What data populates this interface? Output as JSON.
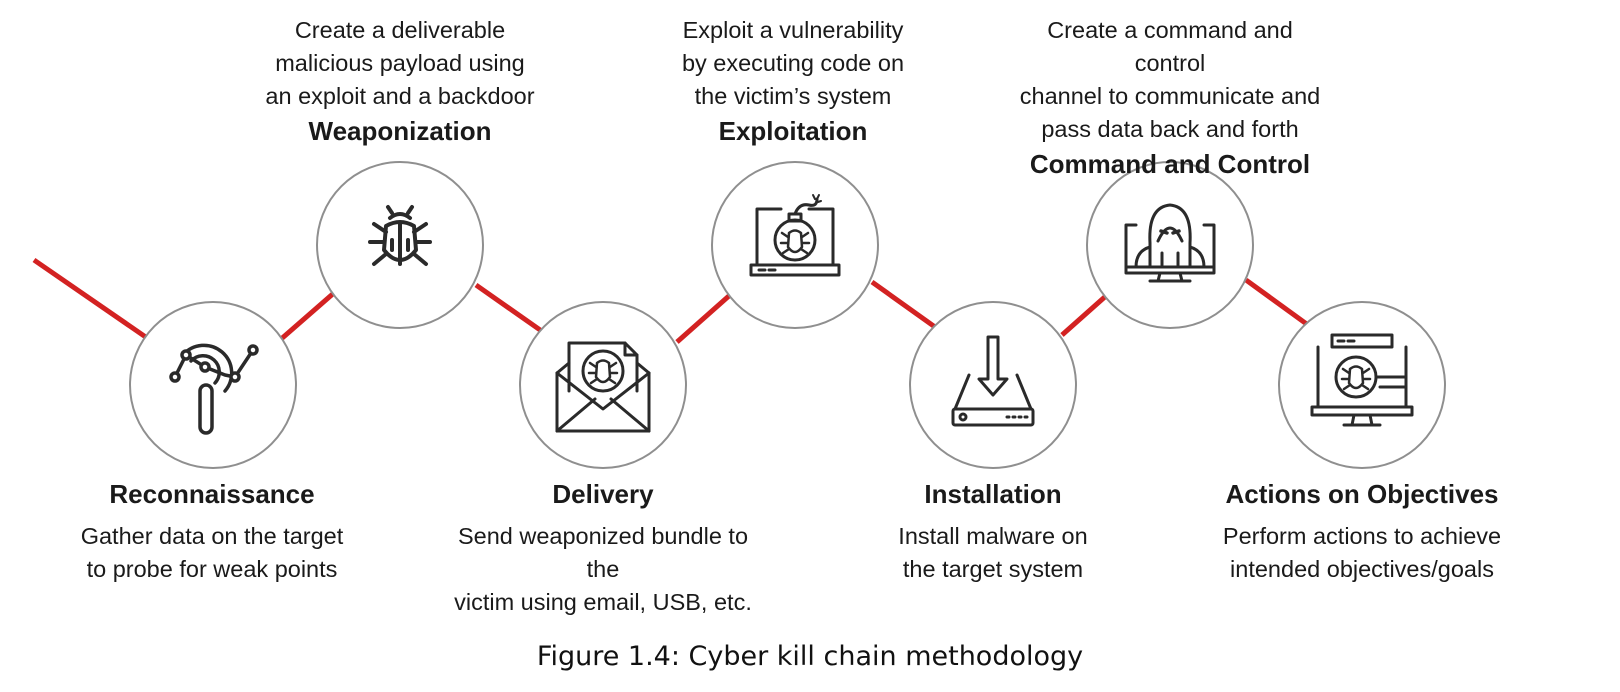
{
  "accent_color": "#d32222",
  "circle_stroke": "#8f8f8f",
  "icon_color": "#2a2a2a",
  "stages": [
    {
      "title": "Reconnaissance",
      "description": [
        "Gather data on the target",
        "to probe for weak points"
      ],
      "icon": "magnifier-network-icon"
    },
    {
      "title": "Weaponization",
      "description": [
        "Create a deliverable",
        "malicious payload using",
        "an exploit and a backdoor"
      ],
      "icon": "bug-icon"
    },
    {
      "title": "Delivery",
      "description": [
        "Send weaponized bundle to the",
        "victim using email, USB, etc."
      ],
      "icon": "envelope-bug-icon"
    },
    {
      "title": "Exploitation",
      "description": [
        "Exploit a vulnerability",
        "by executing code on",
        "the victim’s system"
      ],
      "icon": "laptop-bomb-bug-icon"
    },
    {
      "title": "Installation",
      "description": [
        "Install malware on",
        "the target system"
      ],
      "icon": "drive-download-icon"
    },
    {
      "title": "Command and Control",
      "description": [
        "Create a command and control",
        "channel to communicate and",
        "pass data back and forth"
      ],
      "icon": "hacker-monitor-icon"
    },
    {
      "title": "Actions on Objectives",
      "description": [
        "Perform actions to achieve",
        "intended objectives/goals"
      ],
      "icon": "monitor-bug-search-icon"
    }
  ],
  "caption": "Figure 1.4: Cyber kill chain methodology"
}
